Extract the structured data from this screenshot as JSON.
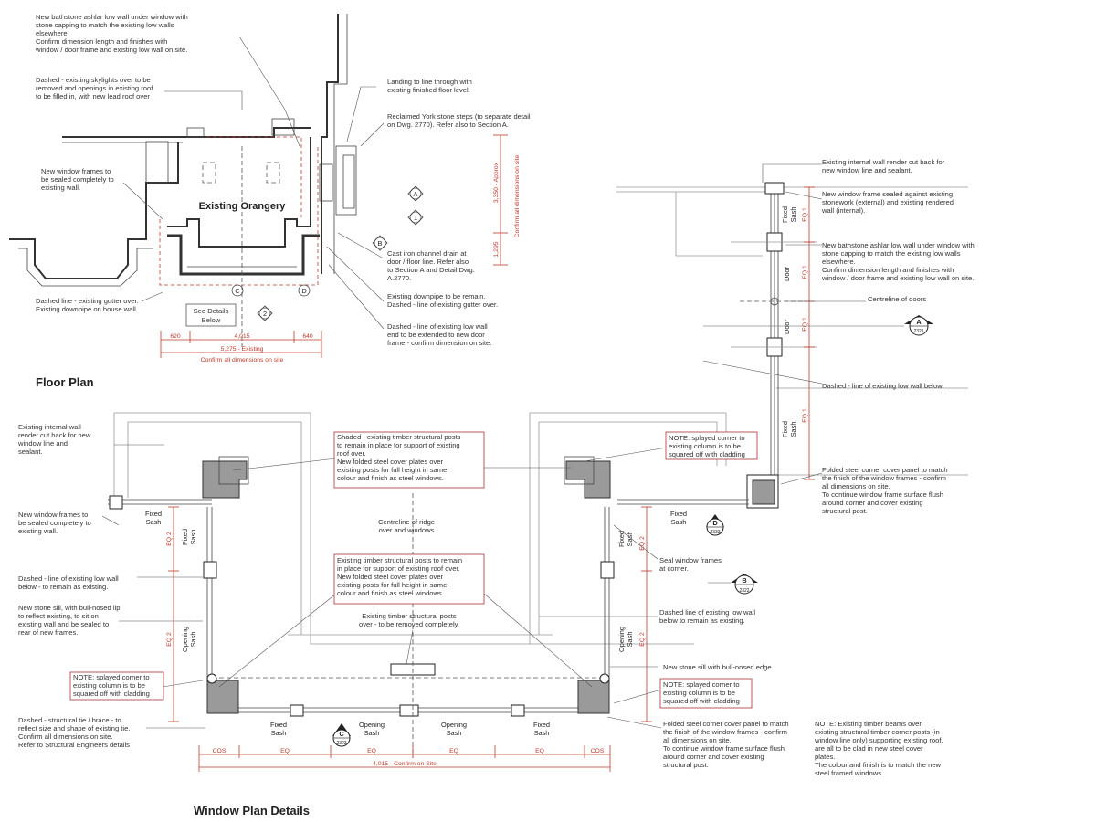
{
  "headings": {
    "floor_plan": "Floor Plan",
    "window_plan": "Window Plan Details"
  },
  "floor_plan": {
    "room_label": "Existing Orangery",
    "notes": {
      "ashlar_wall": [
        "New bathstone ashlar low wall under window with",
        "stone capping to match the existing low walls",
        "elsewhere.",
        "Confirm dimension length and finishes with",
        "window / door frame and existing low wall on site."
      ],
      "skylights": [
        "Dashed - existing skylights over to be",
        "removed and openings in existing roof",
        "to be filled in, with new lead roof over"
      ],
      "window_frames": [
        "New window frames to",
        "be sealed completely to",
        "existing wall."
      ],
      "gutter": [
        "Dashed line - existing gutter over.",
        "Existing downpipe on house wall."
      ],
      "see_details": [
        "See Details",
        "Below"
      ],
      "landing": [
        "Landing to line through with",
        "existing finished floor level."
      ],
      "steps": [
        "Reclaimed York stone steps (to separate detail",
        "on Dwg. 2770).  Refer also to Section A."
      ],
      "drain": [
        "Cast iron channel drain at",
        "door / floor line. Refer also",
        "to Section A and Detail Dwg.",
        "A.2770."
      ],
      "downpipe": [
        "Existing downpipe to be remain.",
        "Dashed - line of existing gutter over."
      ],
      "low_wall": [
        "Dashed - line of existing low wall",
        "end to be extended to new door",
        "frame - confirm dimension on site."
      ]
    },
    "dims": {
      "d620": "620",
      "d4015": "4,015",
      "d640": "640",
      "overall": "5,275 - Existing",
      "confirm": "Confirm all dimensions on site",
      "v3350": "3,350 - Approx",
      "v1295": "1,295",
      "v_confirm": "Confirm all dimensions on site"
    },
    "markers": {
      "A": "A",
      "B": "B",
      "C": "C",
      "D": "D",
      "one": "1",
      "two": "2"
    }
  },
  "elevation_detail": {
    "notes": {
      "render": [
        "Existing internal wall render cut back for",
        "new window line and sealant."
      ],
      "sealed": [
        "New window frame sealed against existing",
        "stonework (external) and existing rendered",
        "wall (internal)."
      ],
      "ashlar": [
        "New bathstone ashlar low wall under window with",
        "stone capping to match the existing low walls",
        "elsewhere.",
        "Confirm dimension length and finishes with",
        "window / door frame and existing low wall on site."
      ],
      "centreline": "Centreline of doors",
      "low_wall": "Dashed - line of existing low wall below.",
      "corner_panel": [
        "Folded steel corner cover panel to match",
        "the finish of the window frames - confirm",
        "all dimensions on site.",
        "To continue window frame surface flush",
        "around corner and cover existing",
        "structural post."
      ]
    },
    "labels": {
      "fixed_sash": [
        "Fixed",
        "Sash"
      ],
      "door": "Door",
      "eq1": "EQ 1"
    },
    "section_marker": {
      "letter": "A",
      "ref": "2321"
    }
  },
  "window_plan": {
    "notes": {
      "render": [
        "Existing internal wall",
        "render cut back for new",
        "window line and",
        "sealant."
      ],
      "window_frames": [
        "New window frames to",
        "be sealed completely to",
        "existing wall."
      ],
      "low_wall": [
        "Dashed - line of existing low wall",
        "below - to remain as existing."
      ],
      "sill": [
        "New stone sill, with bull-nosed lip",
        "to reflect existing, to sit on",
        "existing wall and be sealed to",
        "rear of new frames."
      ],
      "splayed_left": [
        "NOTE: splayed corner to",
        "existing column is to be",
        "squared off with cladding"
      ],
      "tie": [
        "Dashed - structural tie / brace - to",
        "reflect size and shape of existing tie.",
        "Confirm all dimensions on site.",
        "Refer to Structural Engineers details"
      ],
      "shaded": [
        "Shaded - existing timber structural posts",
        "to remain in place for support of existing",
        "roof over.",
        "New folded steel cover plates over",
        "existing posts for full height in same",
        "colour and finish as steel windows."
      ],
      "ridge": [
        "Centreline of ridge",
        "over and windows"
      ],
      "posts_remain": [
        "Existing timber structural posts to remain",
        "in place for support of existing roof over.",
        "New folded steel cover plates over",
        "existing posts for full height in same",
        "colour and finish as steel windows."
      ],
      "posts_removed": [
        "Existing timber structural posts",
        "over - to be removed completely."
      ],
      "splayed_top": [
        "NOTE: splayed corner to",
        "existing column is to be",
        "squared off with cladding"
      ],
      "seal_corner": [
        "Seal window frames",
        "at corner."
      ],
      "low_wall_right": [
        "Dashed line of existing low wall",
        "below to remain as existing."
      ],
      "stone_sill": "New stone sill with bull-nosed edge",
      "splayed_right": [
        "NOTE: splayed corner to",
        "existing column is to be",
        "squared off with cladding"
      ],
      "corner_panel": [
        "Folded steel corner cover panel to match",
        "the finish of the window frames - confirm",
        "all dimensions on site.",
        "To continue window frame surface flush",
        "around corner and cover existing",
        "structural post."
      ],
      "beams": [
        "NOTE: Existing timber beams over",
        "existing structural timber corner posts (in",
        "window line only) supporting existing roof,",
        "are all to be clad in new steel cover",
        "plates.",
        "The colour and finish is to match the new",
        "steel framed windows."
      ]
    },
    "labels": {
      "fixed_sash": [
        "Fixed",
        "Sash"
      ],
      "opening_sash": [
        "Opening",
        "Sash"
      ],
      "eq2": "EQ 2",
      "cos": "COS",
      "eq": "EQ",
      "overall": "4,015 - Confirm on Site"
    },
    "markers": {
      "B": {
        "letter": "B",
        "ref": "2322"
      },
      "C": {
        "letter": "C",
        "ref": "2323"
      },
      "D": {
        "letter": "D",
        "ref": "2333"
      }
    }
  }
}
